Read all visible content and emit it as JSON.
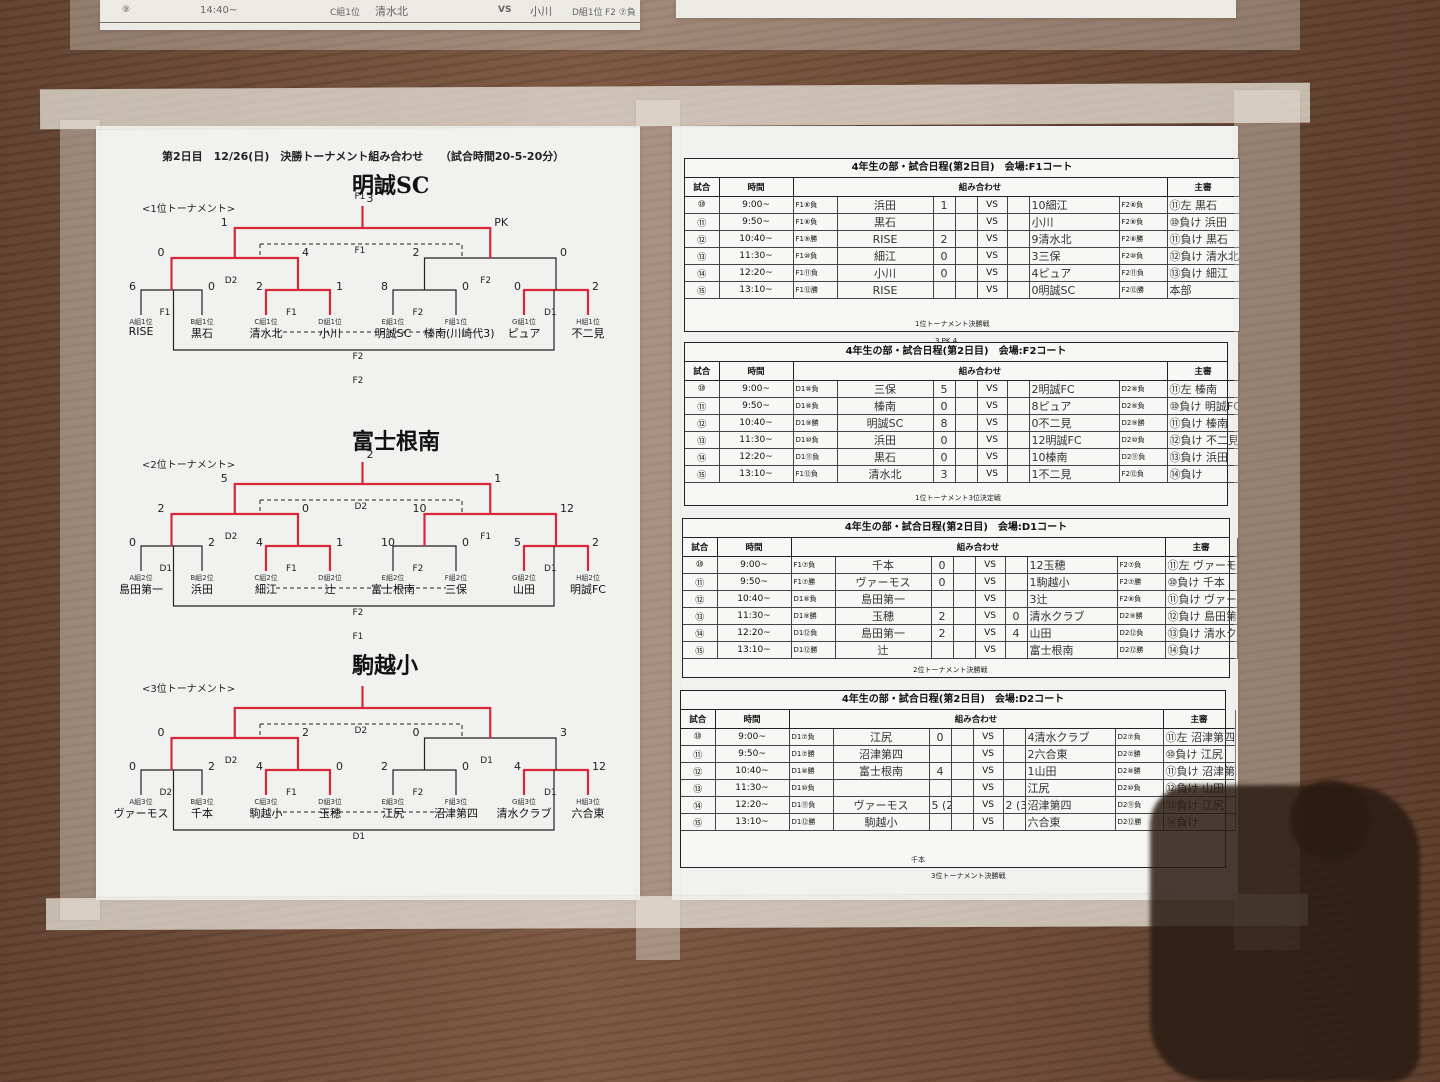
{
  "top_strip": {
    "row_no": "⑨",
    "time": "14:40~",
    "left_group": "C組1位",
    "left_team": "清水北",
    "vs": "VS",
    "right_team": "小川",
    "right_group": "D組1位",
    "ref": "F2 ⑦負"
  },
  "bracket_sheet": {
    "title": "第2日目　12/26(日)　決勝トーナメント組み合わせ　　（試合時間20-5-20分）",
    "tournaments": [
      {
        "label": "<1位トーナメント>",
        "winner": "明誠SC",
        "teams": [
          {
            "seed": "A組1位",
            "name": "RISE"
          },
          {
            "seed": "B組1位",
            "name": "黒石"
          },
          {
            "seed": "C組1位",
            "name": "清水北"
          },
          {
            "seed": "D組1位",
            "name": "小川"
          },
          {
            "seed": "E組1位",
            "name": "明誠SC"
          },
          {
            "seed": "F組1位",
            "name": "榛南(川崎代3)"
          },
          {
            "seed": "G組1位",
            "name": "ピュア"
          },
          {
            "seed": "H組1位",
            "name": "不二見"
          }
        ],
        "courts": [
          "F1",
          "F1",
          "F2",
          "D1",
          "D2",
          "F2",
          "F1",
          "F2",
          "F2",
          "F1"
        ],
        "scores": [
          "6",
          "0",
          "2",
          "1",
          "8",
          "0",
          "0",
          "2",
          "0",
          "4",
          "2",
          "0",
          "1",
          "PK",
          "3"
        ]
      },
      {
        "label": "<2位トーナメント>",
        "winner": "富士根南",
        "teams": [
          {
            "seed": "A組2位",
            "name": "島田第一"
          },
          {
            "seed": "B組2位",
            "name": "浜田"
          },
          {
            "seed": "C組2位",
            "name": "細江"
          },
          {
            "seed": "D組2位",
            "name": "辻"
          },
          {
            "seed": "E組2位",
            "name": "富士根南"
          },
          {
            "seed": "F組2位",
            "name": "三保"
          },
          {
            "seed": "G組2位",
            "name": "山田"
          },
          {
            "seed": "H組2位",
            "name": "明誠FC"
          }
        ],
        "courts": [
          "D1",
          "F1",
          "F2",
          "D1",
          "D2",
          "F1",
          "D2",
          "F2",
          "F1"
        ],
        "scores": [
          "0",
          "2",
          "4",
          "1",
          "10",
          "0",
          "5",
          "2",
          "2",
          "0",
          "10",
          "12",
          "5",
          "1",
          "2"
        ]
      },
      {
        "label": "<3位トーナメント>",
        "winner": "駒越小",
        "teams": [
          {
            "seed": "A組3位",
            "name": "ヴァーモス"
          },
          {
            "seed": "B組3位",
            "name": "千本"
          },
          {
            "seed": "C組3位",
            "name": "駒越小"
          },
          {
            "seed": "D組3位",
            "name": "玉穂"
          },
          {
            "seed": "E組3位",
            "name": "江尻"
          },
          {
            "seed": "F組3位",
            "name": "沼津第四"
          },
          {
            "seed": "G組3位",
            "name": "清水クラブ"
          },
          {
            "seed": "H組3位",
            "name": "六合東"
          }
        ],
        "courts": [
          "D2",
          "F1",
          "F2",
          "D1",
          "D2",
          "D1",
          "D2",
          "D1"
        ],
        "scores": [
          "0",
          "2",
          "4",
          "0",
          "2",
          "0",
          "4",
          "12",
          "0",
          "2",
          "0",
          "3"
        ]
      }
    ]
  },
  "schedules": [
    {
      "title": "4年生の部・試合日程(第2日目)　会場:F1コート",
      "headers": [
        "試合",
        "時間",
        "組み合わせ",
        "主審"
      ],
      "rows": [
        {
          "no": "⑩",
          "time": "9:00~",
          "lg": "F1⑧負",
          "lt": "浜田",
          "ls": "1",
          "rs": "",
          "rt": "10細江",
          "rg": "F2⑧負",
          "ref": "⑪左 黒石"
        },
        {
          "no": "⑪",
          "time": "9:50~",
          "lg": "F1⑧負",
          "lt": "黒石",
          "ls": "",
          "rs": "",
          "rt": "小川",
          "rg": "F2⑧負",
          "ref": "⑩負け 浜田"
        },
        {
          "no": "⑫",
          "time": "10:40~",
          "lg": "F1⑨勝",
          "lt": "RISE",
          "ls": "2",
          "rs": "",
          "rt": "9清水北",
          "rg": "F2⑧勝",
          "ref": "⑪負け 黒石"
        },
        {
          "no": "⑬",
          "time": "11:30~",
          "lg": "F1⑩負",
          "lt": "細江",
          "ls": "0",
          "rs": "",
          "rt": "3三保",
          "rg": "F2⑩負",
          "ref": "⑫負け 清水北"
        },
        {
          "no": "⑭",
          "time": "12:20~",
          "lg": "F1⑪負",
          "lt": "小川",
          "ls": "0",
          "rs": "",
          "rt": "4ピュア",
          "rg": "F2⑪負",
          "ref": "⑬負け 細江"
        },
        {
          "no": "⑮",
          "time": "13:10~",
          "lg": "F1⑫勝",
          "lt": "RISE",
          "ls": "",
          "rs": "",
          "rt": "0明誠SC",
          "rg": "F2⑫勝",
          "ref": "本部"
        }
      ],
      "notes": [
        "1位トーナメント決勝戦",
        "3 PK 4"
      ]
    },
    {
      "title": "4年生の部・試合日程(第2日目)　会場:F2コート",
      "headers": [
        "試合",
        "時間",
        "組み合わせ",
        "主審"
      ],
      "rows": [
        {
          "no": "⑩",
          "time": "9:00~",
          "lg": "D1⑧負",
          "lt": "三保",
          "ls": "5",
          "rs": "",
          "rt": "2明誠FC",
          "rg": "D2⑧負",
          "ref": "⑪左 榛南"
        },
        {
          "no": "⑪",
          "time": "9:50~",
          "lg": "D1⑧負",
          "lt": "榛南",
          "ls": "0",
          "rs": "",
          "rt": "8ピュア",
          "rg": "D2⑧負",
          "ref": "⑩負け 明誠FC"
        },
        {
          "no": "⑫",
          "time": "10:40~",
          "lg": "D1⑨勝",
          "lt": "明誠SC",
          "ls": "8",
          "rs": "",
          "rt": "0不二見",
          "rg": "D2⑨勝",
          "ref": "⑪負け 榛南"
        },
        {
          "no": "⑬",
          "time": "11:30~",
          "lg": "D1⑩負",
          "lt": "浜田",
          "ls": "0",
          "rs": "",
          "rt": "12明誠FC",
          "rg": "D2⑩負",
          "ref": "⑫負け 不二見"
        },
        {
          "no": "⑭",
          "time": "12:20~",
          "lg": "D1⑪負",
          "lt": "黒石",
          "ls": "0",
          "rs": "",
          "rt": "10榛南",
          "rg": "D2⑪負",
          "ref": "⑬負け 浜田"
        },
        {
          "no": "⑮",
          "time": "13:10~",
          "lg": "F1⑫負",
          "lt": "清水北",
          "ls": "3",
          "rs": "",
          "rt": "1不二見",
          "rg": "F2⑫負",
          "ref": "⑭負け"
        }
      ],
      "notes": [
        "1位トーナメント3位決定戦"
      ]
    },
    {
      "title": "4年生の部・試合日程(第2日目)　会場:D1コート",
      "headers": [
        "試合",
        "時間",
        "組み合わせ",
        "主審"
      ],
      "rows": [
        {
          "no": "⑩",
          "time": "9:00~",
          "lg": "F1⑦負",
          "lt": "千本",
          "ls": "0",
          "rs": "",
          "rt": "12玉穂",
          "rg": "F2⑦負",
          "ref": "⑪左 ヴァーモス"
        },
        {
          "no": "⑪",
          "time": "9:50~",
          "lg": "F1⑦勝",
          "lt": "ヴァーモス",
          "ls": "0",
          "rs": "",
          "rt": "1駒越小",
          "rg": "F2⑦勝",
          "ref": "⑩負け 千本"
        },
        {
          "no": "⑫",
          "time": "10:40~",
          "lg": "D1⑧負",
          "lt": "島田第一",
          "ls": "",
          "rs": "",
          "rt": "3辻",
          "rg": "F2⑧負",
          "ref": "⑪負け ヴァーモス"
        },
        {
          "no": "⑬",
          "time": "11:30~",
          "lg": "D1⑨勝",
          "lt": "玉穂",
          "ls": "2",
          "rs": "0",
          "rt": "清水クラブ",
          "rg": "D2⑨勝",
          "ref": "⑫負け 島田第一"
        },
        {
          "no": "⑭",
          "time": "12:20~",
          "lg": "D1⑫負",
          "lt": "島田第一",
          "ls": "2",
          "rs": "4",
          "rt": "山田",
          "rg": "D2⑫負",
          "ref": "⑬負け 清水クラブ"
        },
        {
          "no": "⑮",
          "time": "13:10~",
          "lg": "D1⑫勝",
          "lt": "辻",
          "ls": "",
          "rs": "",
          "rt": "富士根南",
          "rg": "D2⑫勝",
          "ref": "⑭負け"
        }
      ],
      "notes": [
        "2位トーナメント決勝戦"
      ]
    },
    {
      "title": "4年生の部・試合日程(第2日目)　会場:D2コート",
      "headers": [
        "試合",
        "時間",
        "組み合わせ",
        "主審"
      ],
      "rows": [
        {
          "no": "⑩",
          "time": "9:00~",
          "lg": "D1⑦負",
          "lt": "江尻",
          "ls": "0",
          "rs": "",
          "rt": "4清水クラブ",
          "rg": "D2⑦負",
          "ref": "⑪左 沼津第四"
        },
        {
          "no": "⑪",
          "time": "9:50~",
          "lg": "D1⑦勝",
          "lt": "沼津第四",
          "ls": "",
          "rs": "",
          "rt": "2六合東",
          "rg": "D2⑦勝",
          "ref": "⑩負け 江尻"
        },
        {
          "no": "⑫",
          "time": "10:40~",
          "lg": "D1⑧勝",
          "lt": "富士根南",
          "ls": "4",
          "rs": "",
          "rt": "1山田",
          "rg": "D2⑧勝",
          "ref": "⑪負け 沼津第四"
        },
        {
          "no": "⑬",
          "time": "11:30~",
          "lg": "D1⑩負",
          "lt": "",
          "ls": "",
          "rs": "",
          "rt": "江尻",
          "rg": "D2⑩負",
          "ref": "⑫負け 山田"
        },
        {
          "no": "⑭",
          "time": "12:20~",
          "lg": "D1⑪負",
          "lt": "ヴァーモス",
          "ls": "5 (2)",
          "rs": "2 (3)",
          "rt": "沼津第四",
          "rg": "D2⑪負",
          "ref": "⑬負け 江尻"
        },
        {
          "no": "⑮",
          "time": "13:10~",
          "lg": "D1⑫勝",
          "lt": "駒越小",
          "ls": "",
          "rs": "",
          "rt": "六合東",
          "rg": "D2⑫勝",
          "ref": "⑭負け"
        }
      ],
      "notes": [
        "千本",
        "3位トーナメント決勝戦"
      ]
    }
  ],
  "colors": {
    "red_marker": "#d8283a",
    "ink": "#111111",
    "paper": "#f1f1ef",
    "wood": "#6b4a35"
  }
}
